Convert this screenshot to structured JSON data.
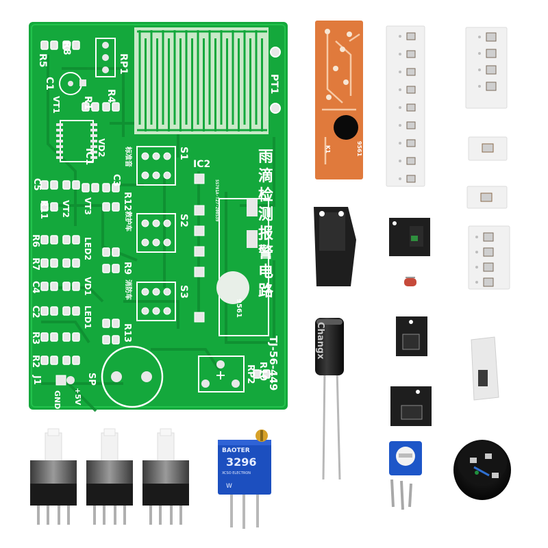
{
  "pcb": {
    "title_cn_chars": [
      "雨",
      "滴",
      "检",
      "测",
      "报",
      "警",
      "电",
      "路"
    ],
    "model": "TJ-56-449",
    "labels": {
      "r5": "R5",
      "r8": "R8",
      "rp1": "RP1",
      "pt1": "PT1",
      "c1": "C1",
      "r4": "R4",
      "vt1": "VT1",
      "r1": "R1",
      "ic1": "IC1",
      "vd2": "VD2",
      "s1": "S1",
      "ic2": "IC2",
      "c5": "C5",
      "c3": "C3",
      "r11": "R11",
      "vt2": "VT2",
      "vt3": "VT3",
      "s2": "S2",
      "r6": "R6",
      "r7": "R7",
      "led2": "LED2",
      "r9": "R9",
      "c4": "C4",
      "vd1": "VD1",
      "s3": "S3",
      "c2": "C2",
      "led1": "LED1",
      "r13": "R13",
      "r3": "R3",
      "r2": "R2",
      "r10": "R10",
      "rp2": "RP2",
      "j1": "J1",
      "sp": "SP",
      "gnd": "GND",
      "plus5v": "+5V",
      "chip_code": "9561",
      "ic2_code": "SS701A-T27-200539",
      "r12": "R12"
    },
    "side_cn": {
      "s1": "标准音",
      "s2": "救护车",
      "s3": "消防车"
    }
  },
  "parts": {
    "capacitor_brand": "Changx",
    "trimmer_brand": "BAOTER",
    "trimmer_model": "3296",
    "trimmer_sub": "XCSO ELECTRON",
    "trimmer_mark": "W",
    "module_code": "9561",
    "module_mark": "K1"
  }
}
